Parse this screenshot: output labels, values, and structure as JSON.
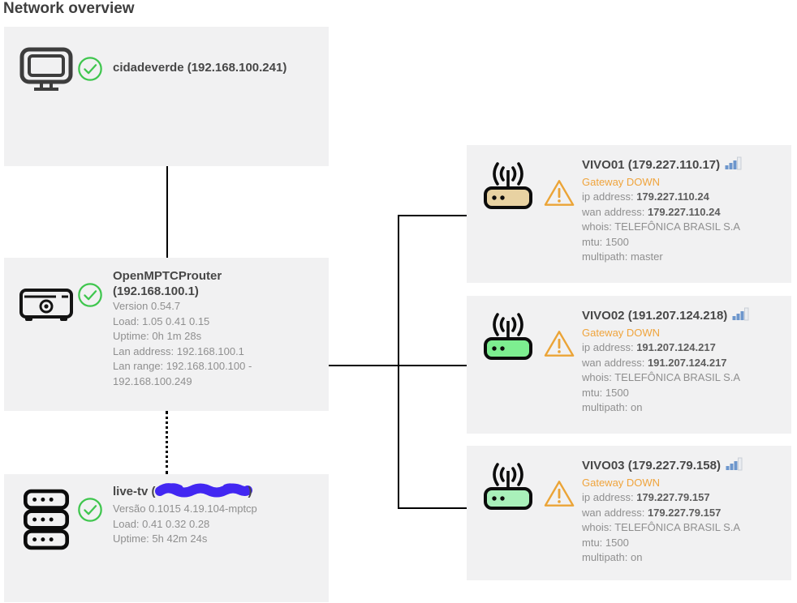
{
  "page": {
    "title": "Network overview"
  },
  "colors": {
    "card_bg": "#f1f1f2",
    "ok_green": "#3fc64e",
    "warning_orange": "#eba437",
    "warning_text": "#f0a43c",
    "signal_blue": "#6d96cc",
    "redaction_blue": "#4227f2",
    "connector_black": "#000000"
  },
  "left_nodes": {
    "client": {
      "title": "cidadeverde (192.168.100.241)"
    },
    "router": {
      "title_line1": "OpenMPTCProuter",
      "title_line2": "(192.168.100.1)",
      "details": [
        "Version 0.54.7",
        "Load: 1.05 0.41 0.15",
        "Uptime: 0h 1m 28s",
        "Lan address: 192.168.100.1",
        "Lan range: 192.168.100.100 - 192.168.100.249"
      ]
    },
    "server": {
      "title_prefix": "live-tv (",
      "title_suffix": ")",
      "ip_redacted": true,
      "details": [
        "Versão 0.1015 4.19.104-mptcp",
        "Load: 0.41 0.32 0.28",
        "Uptime: 5h 42m 24s"
      ]
    }
  },
  "wans": [
    {
      "title": "VIVO01 (179.227.110.17)",
      "status": "Gateway DOWN",
      "ip_label": "ip address: ",
      "ip_value": "179.227.110.24",
      "wan_label": "wan address: ",
      "wan_value": "179.227.110.24",
      "whois": "whois: TELEFÔNICA BRASIL S.A",
      "mtu": "mtu: 1500",
      "multipath": "multipath: master",
      "body_color": "#e8d2a2"
    },
    {
      "title": "VIVO02 (191.207.124.218)",
      "status": "Gateway DOWN",
      "ip_label": "ip address: ",
      "ip_value": "191.207.124.217",
      "wan_label": "wan address: ",
      "wan_value": "191.207.124.217",
      "whois": "whois: TELEFÔNICA BRASIL S.A",
      "mtu": "mtu: 1500",
      "multipath": "multipath: on",
      "body_color": "#7dee90"
    },
    {
      "title": "VIVO03 (179.227.79.158)",
      "status": "Gateway DOWN",
      "ip_label": "ip address: ",
      "ip_value": "179.227.79.157",
      "wan_label": "wan address: ",
      "wan_value": "179.227.79.157",
      "whois": "whois: TELEFÔNICA BRASIL S.A",
      "mtu": "mtu: 1500",
      "multipath": "multipath: on",
      "body_color": "#a9f0ba"
    }
  ]
}
